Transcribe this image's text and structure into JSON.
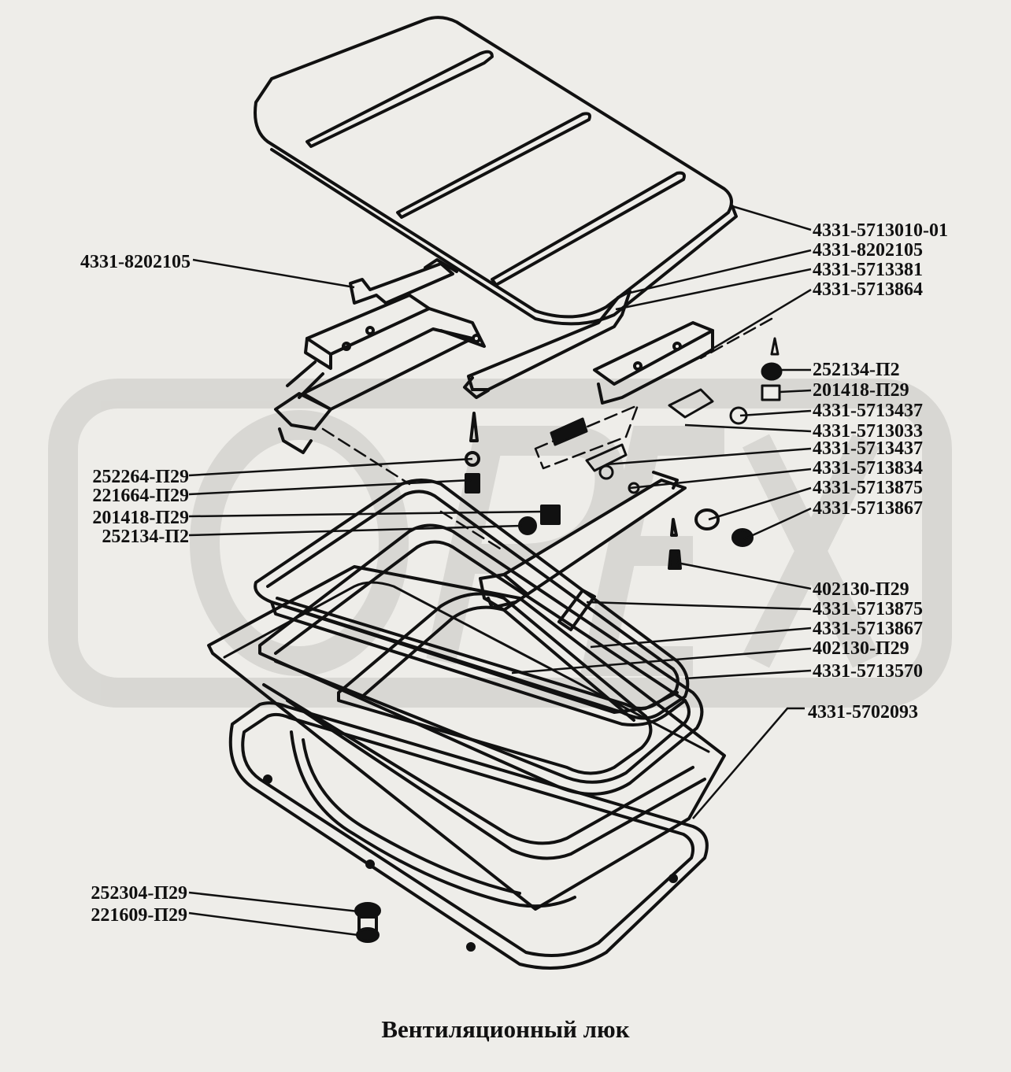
{
  "title": "Вентиляционный люк",
  "watermark": {
    "text": "OPEX",
    "color": "#d6d5d1"
  },
  "colors": {
    "background": "#eeede9",
    "ink": "#111111",
    "panel": "#dad9d5"
  },
  "labels": [
    {
      "id": "l1",
      "text": "4331-5713010-01"
    },
    {
      "id": "l2",
      "text": "4331-8202105"
    },
    {
      "id": "l3",
      "text": "4331-5713381"
    },
    {
      "id": "l4",
      "text": "4331-5713864"
    },
    {
      "id": "l5",
      "text": "252134-П2"
    },
    {
      "id": "l6",
      "text": "201418-П29"
    },
    {
      "id": "l7",
      "text": "4331-5713437"
    },
    {
      "id": "l8",
      "text": "4331-5713033"
    },
    {
      "id": "l9",
      "text": "4331-5713437"
    },
    {
      "id": "l10",
      "text": "4331-5713834"
    },
    {
      "id": "l11",
      "text": "4331-5713875"
    },
    {
      "id": "l12",
      "text": "4331-5713867"
    },
    {
      "id": "l13",
      "text": "402130-П29"
    },
    {
      "id": "l14",
      "text": "4331-5713875"
    },
    {
      "id": "l15",
      "text": "4331-5713867"
    },
    {
      "id": "l16",
      "text": "402130-П29"
    },
    {
      "id": "l17",
      "text": "4331-5713570"
    },
    {
      "id": "l18",
      "text": "4331-5702093"
    },
    {
      "id": "l19",
      "text": "4331-8202105"
    },
    {
      "id": "l20",
      "text": "252264-П29"
    },
    {
      "id": "l21",
      "text": "221664-П29"
    },
    {
      "id": "l22",
      "text": "201418-П29"
    },
    {
      "id": "l23",
      "text": "252134-П2"
    },
    {
      "id": "l24",
      "text": "252304-П29"
    },
    {
      "id": "l25",
      "text": "221609-П29"
    }
  ]
}
